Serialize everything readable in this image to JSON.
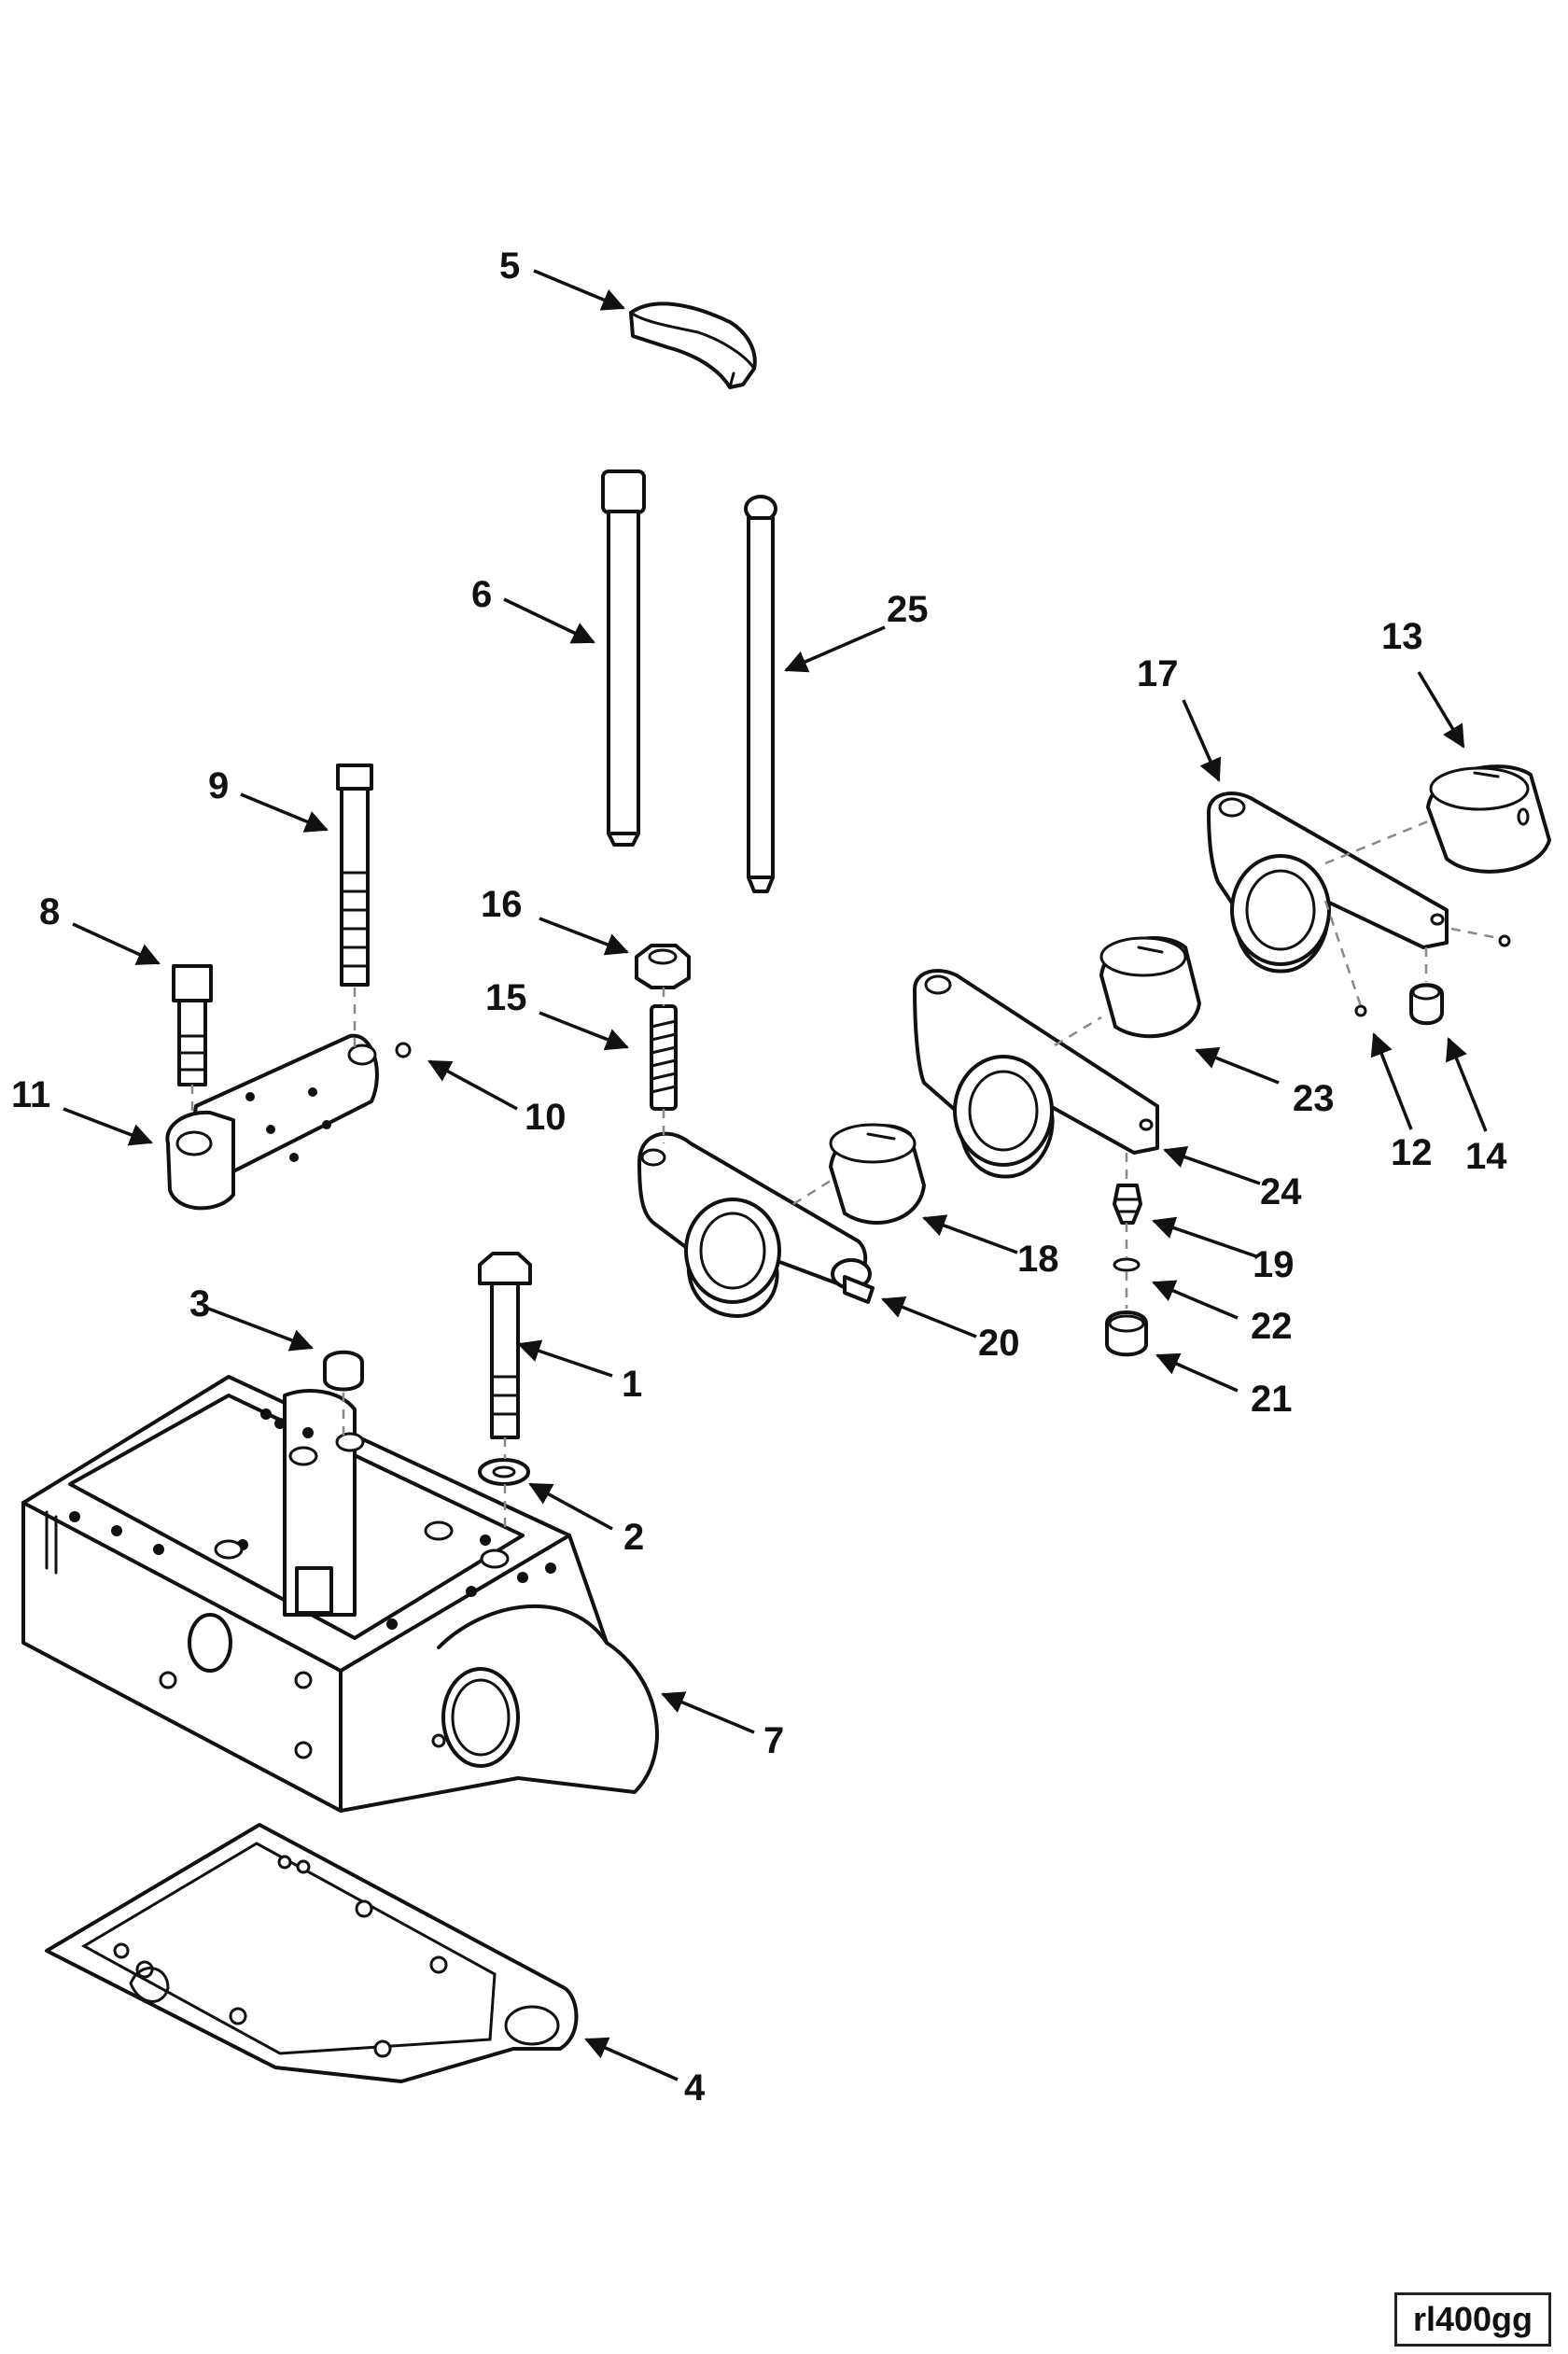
{
  "drawing_id": "rl400gg",
  "callouts": {
    "c1": "1",
    "c2": "2",
    "c3": "3",
    "c4": "4",
    "c5": "5",
    "c6": "6",
    "c7": "7",
    "c8": "8",
    "c9": "9",
    "c10": "10",
    "c11": "11",
    "c12": "12",
    "c13": "13",
    "c14": "14",
    "c15": "15",
    "c16": "16",
    "c17": "17",
    "c18": "18",
    "c19": "19",
    "c20": "20",
    "c21": "21",
    "c22": "22",
    "c23": "23",
    "c24": "24",
    "c25": "25"
  }
}
